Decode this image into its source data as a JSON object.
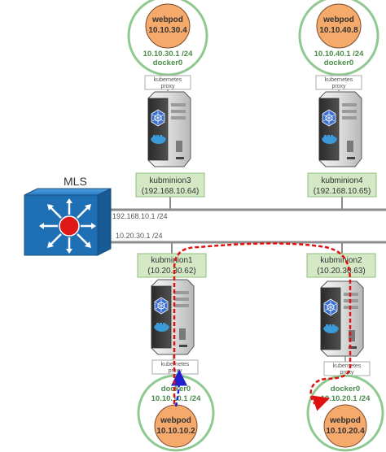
{
  "colors": {
    "docker_ring": "#8fc98f",
    "pod_fill": "#f5a96b",
    "pod_stroke": "#7a4a2a",
    "node_label_fill": "#d4e8c6",
    "node_label_stroke": "#8cbf7a",
    "network_line": "#8c8c8c",
    "traffic_red": "#e01010",
    "traffic_blue": "#2020d0",
    "switch_blue": "#1f6fb5",
    "switch_red": "#e01818"
  },
  "switch": {
    "label": "MLS",
    "icon": "multilayer-switch-icon"
  },
  "networks": {
    "upper": {
      "gateway": "192.168.10.1 /24"
    },
    "lower": {
      "gateway": "10.20.30.1 /24"
    }
  },
  "nodes": {
    "kubminion3": {
      "name": "kubminion3",
      "ip": "(192.168.10.64)",
      "proxy": "kubernetes\nproxy",
      "docker": {
        "label": "docker0",
        "gateway": "10.10.30.1 /24"
      },
      "pod": {
        "name": "webpod",
        "ip": "10.10.30.4"
      }
    },
    "kubminion4": {
      "name": "kubminion4",
      "ip": "(192.168.10.65)",
      "proxy": "kubernetes\nproxy",
      "docker": {
        "label": "docker0",
        "gateway": "10.10.40.1 /24"
      },
      "pod": {
        "name": "webpod",
        "ip": "10.10.40.8"
      }
    },
    "kubminion1": {
      "name": "kubminion1",
      "ip": "(10.20.30.62)",
      "proxy": "kubernetes\nproxy",
      "docker": {
        "label": "docker0",
        "gateway": "10.10.10.1 /24"
      },
      "pod": {
        "name": "webpod",
        "ip": "10.10.10.2"
      }
    },
    "kubminion2": {
      "name": "kubminion2",
      "ip": "(10.20.30.63)",
      "proxy": "kubernetes\nproxy",
      "docker": {
        "label": "docker0",
        "gateway": "10.10.20.1 /24"
      },
      "pod": {
        "name": "webpod",
        "ip": "10.10.20.4"
      }
    }
  }
}
